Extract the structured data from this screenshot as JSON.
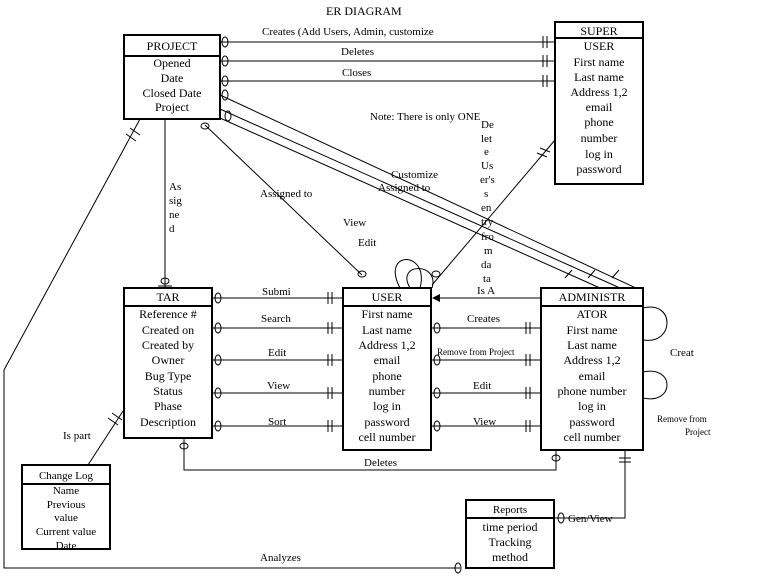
{
  "title": "ER DIAGRAM",
  "note": "Note: There is only ONE",
  "entities": {
    "project": {
      "title": "PROJECT",
      "attrs": [
        "Opened",
        "Date",
        "Closed Date",
        "Project"
      ]
    },
    "super_user": {
      "title": "SUPER",
      "title2": "USER",
      "attrs": [
        "First name",
        "Last name",
        "Address 1,2",
        "email",
        "phone",
        "number",
        "log in",
        "password"
      ]
    },
    "tar": {
      "title": "TAR",
      "attrs": [
        "Reference #",
        "Created on",
        "Created by",
        "Owner",
        "Bug Type",
        "Status",
        "Phase",
        "Description"
      ]
    },
    "user": {
      "title": "USER",
      "attrs": [
        "First name",
        "Last name",
        "Address 1,2",
        "email",
        "phone",
        "number",
        "log in",
        "password",
        "cell number"
      ]
    },
    "administrator": {
      "title": "ADMINISTR",
      "title2": "ATOR",
      "attrs": [
        "First name",
        "Last name",
        "Address 1,2",
        "email",
        "phone number",
        "log in",
        "password",
        "cell number"
      ]
    },
    "change_log": {
      "title": "Change Log",
      "attrs": [
        "Name",
        "Previous",
        "value",
        "Current value",
        "Date"
      ]
    },
    "reports": {
      "title": "Reports",
      "attrs": [
        "time period",
        "Tracking",
        "method"
      ]
    }
  },
  "relationships": {
    "creates_top": "Creates (Add Users, Admin, customize",
    "deletes_top": "Deletes",
    "closes": "Closes",
    "assigned_vertical": [
      "As",
      "sig",
      "ne",
      "d"
    ],
    "assigned_to_left": "Assigned to",
    "customize": "Customize",
    "assigned_to_right": "Assigned to",
    "view_user": "View",
    "edit_user": "Edit",
    "delete_vertical": [
      "De",
      "let",
      "e",
      "Us",
      "er's",
      "s",
      "en",
      "try",
      "fro",
      "m",
      "da",
      "ta"
    ],
    "is_a": "Is A",
    "submit": "Submi",
    "search": "Search",
    "edit_tar": "Edit",
    "view_tar": "View",
    "sort": "Sort",
    "creates_admin": "Creates",
    "remove_from_project": "Remove from Project",
    "edit_admin": "Edit",
    "view_admin": "View",
    "create_self": "Creat",
    "remove_self": [
      "Remove from",
      "Project"
    ],
    "deletes_bottom": "Deletes",
    "is_part": "Is part",
    "gen_view": "Gen/View",
    "analyzes": "Analyzes"
  }
}
